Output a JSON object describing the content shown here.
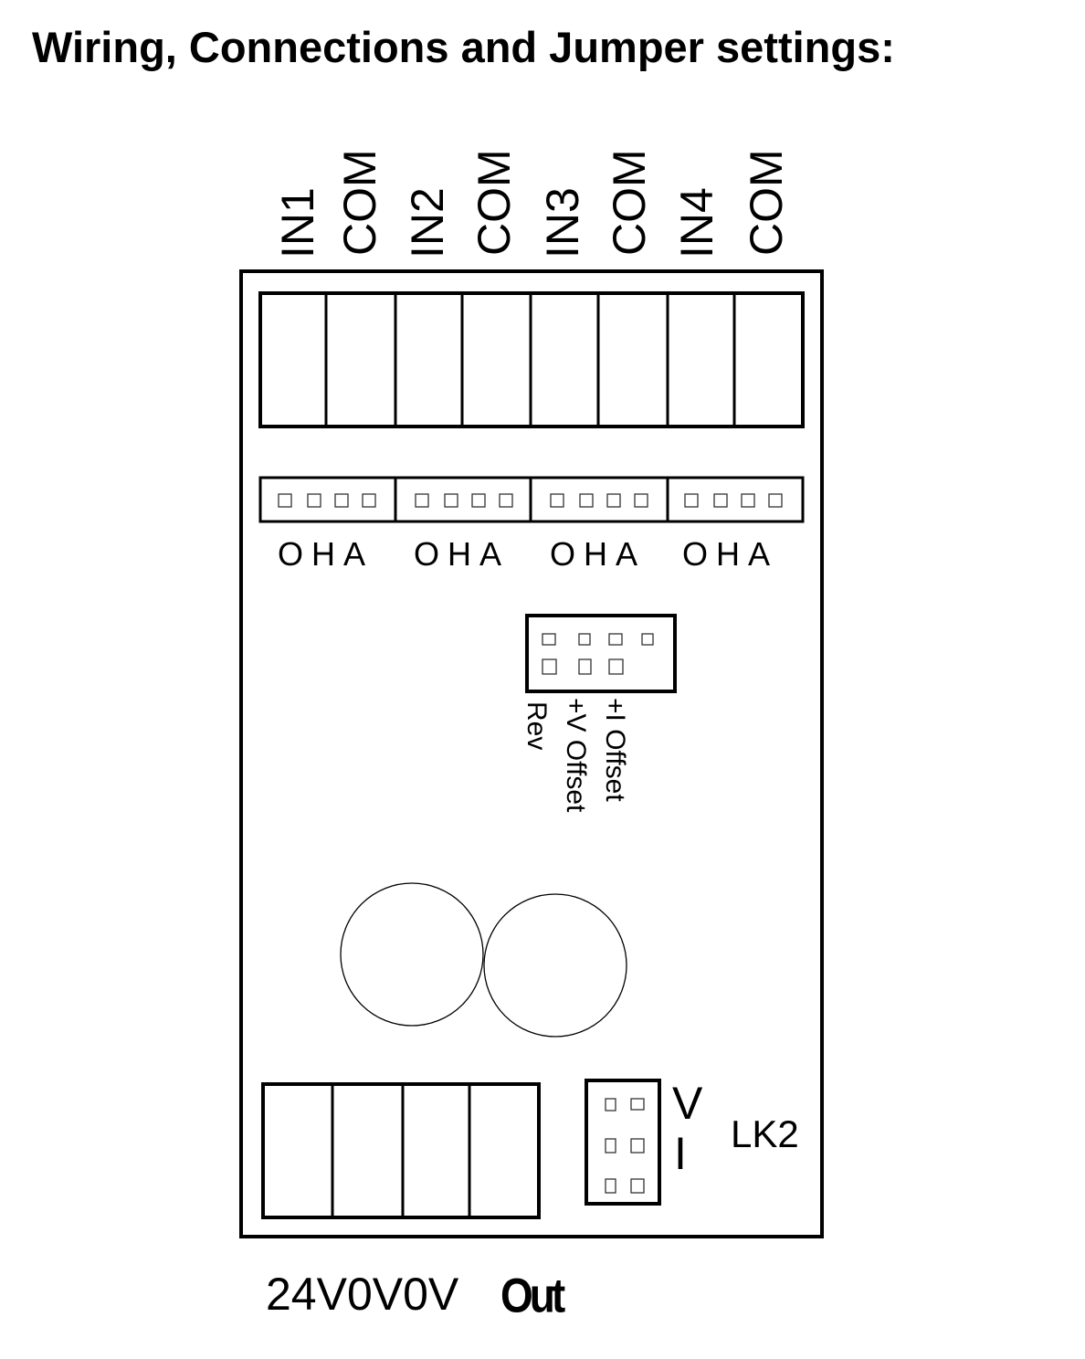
{
  "title": "Wiring, Connections  and Jumper settings:",
  "top_terminals": [
    "IN1",
    "COM",
    "IN2",
    "COM",
    "IN3",
    "COM",
    "IN4",
    "COM"
  ],
  "mode_labels": [
    "OHA",
    "OHA",
    "OHA",
    "OHA"
  ],
  "jumper_labels": [
    "Rev",
    "+V Offset",
    "+I Offset"
  ],
  "lk2": {
    "v_label": "V",
    "i_label": "I",
    "name": "LK2"
  },
  "bottom": {
    "power_label": "24V0V0V",
    "out_label": "Out"
  }
}
